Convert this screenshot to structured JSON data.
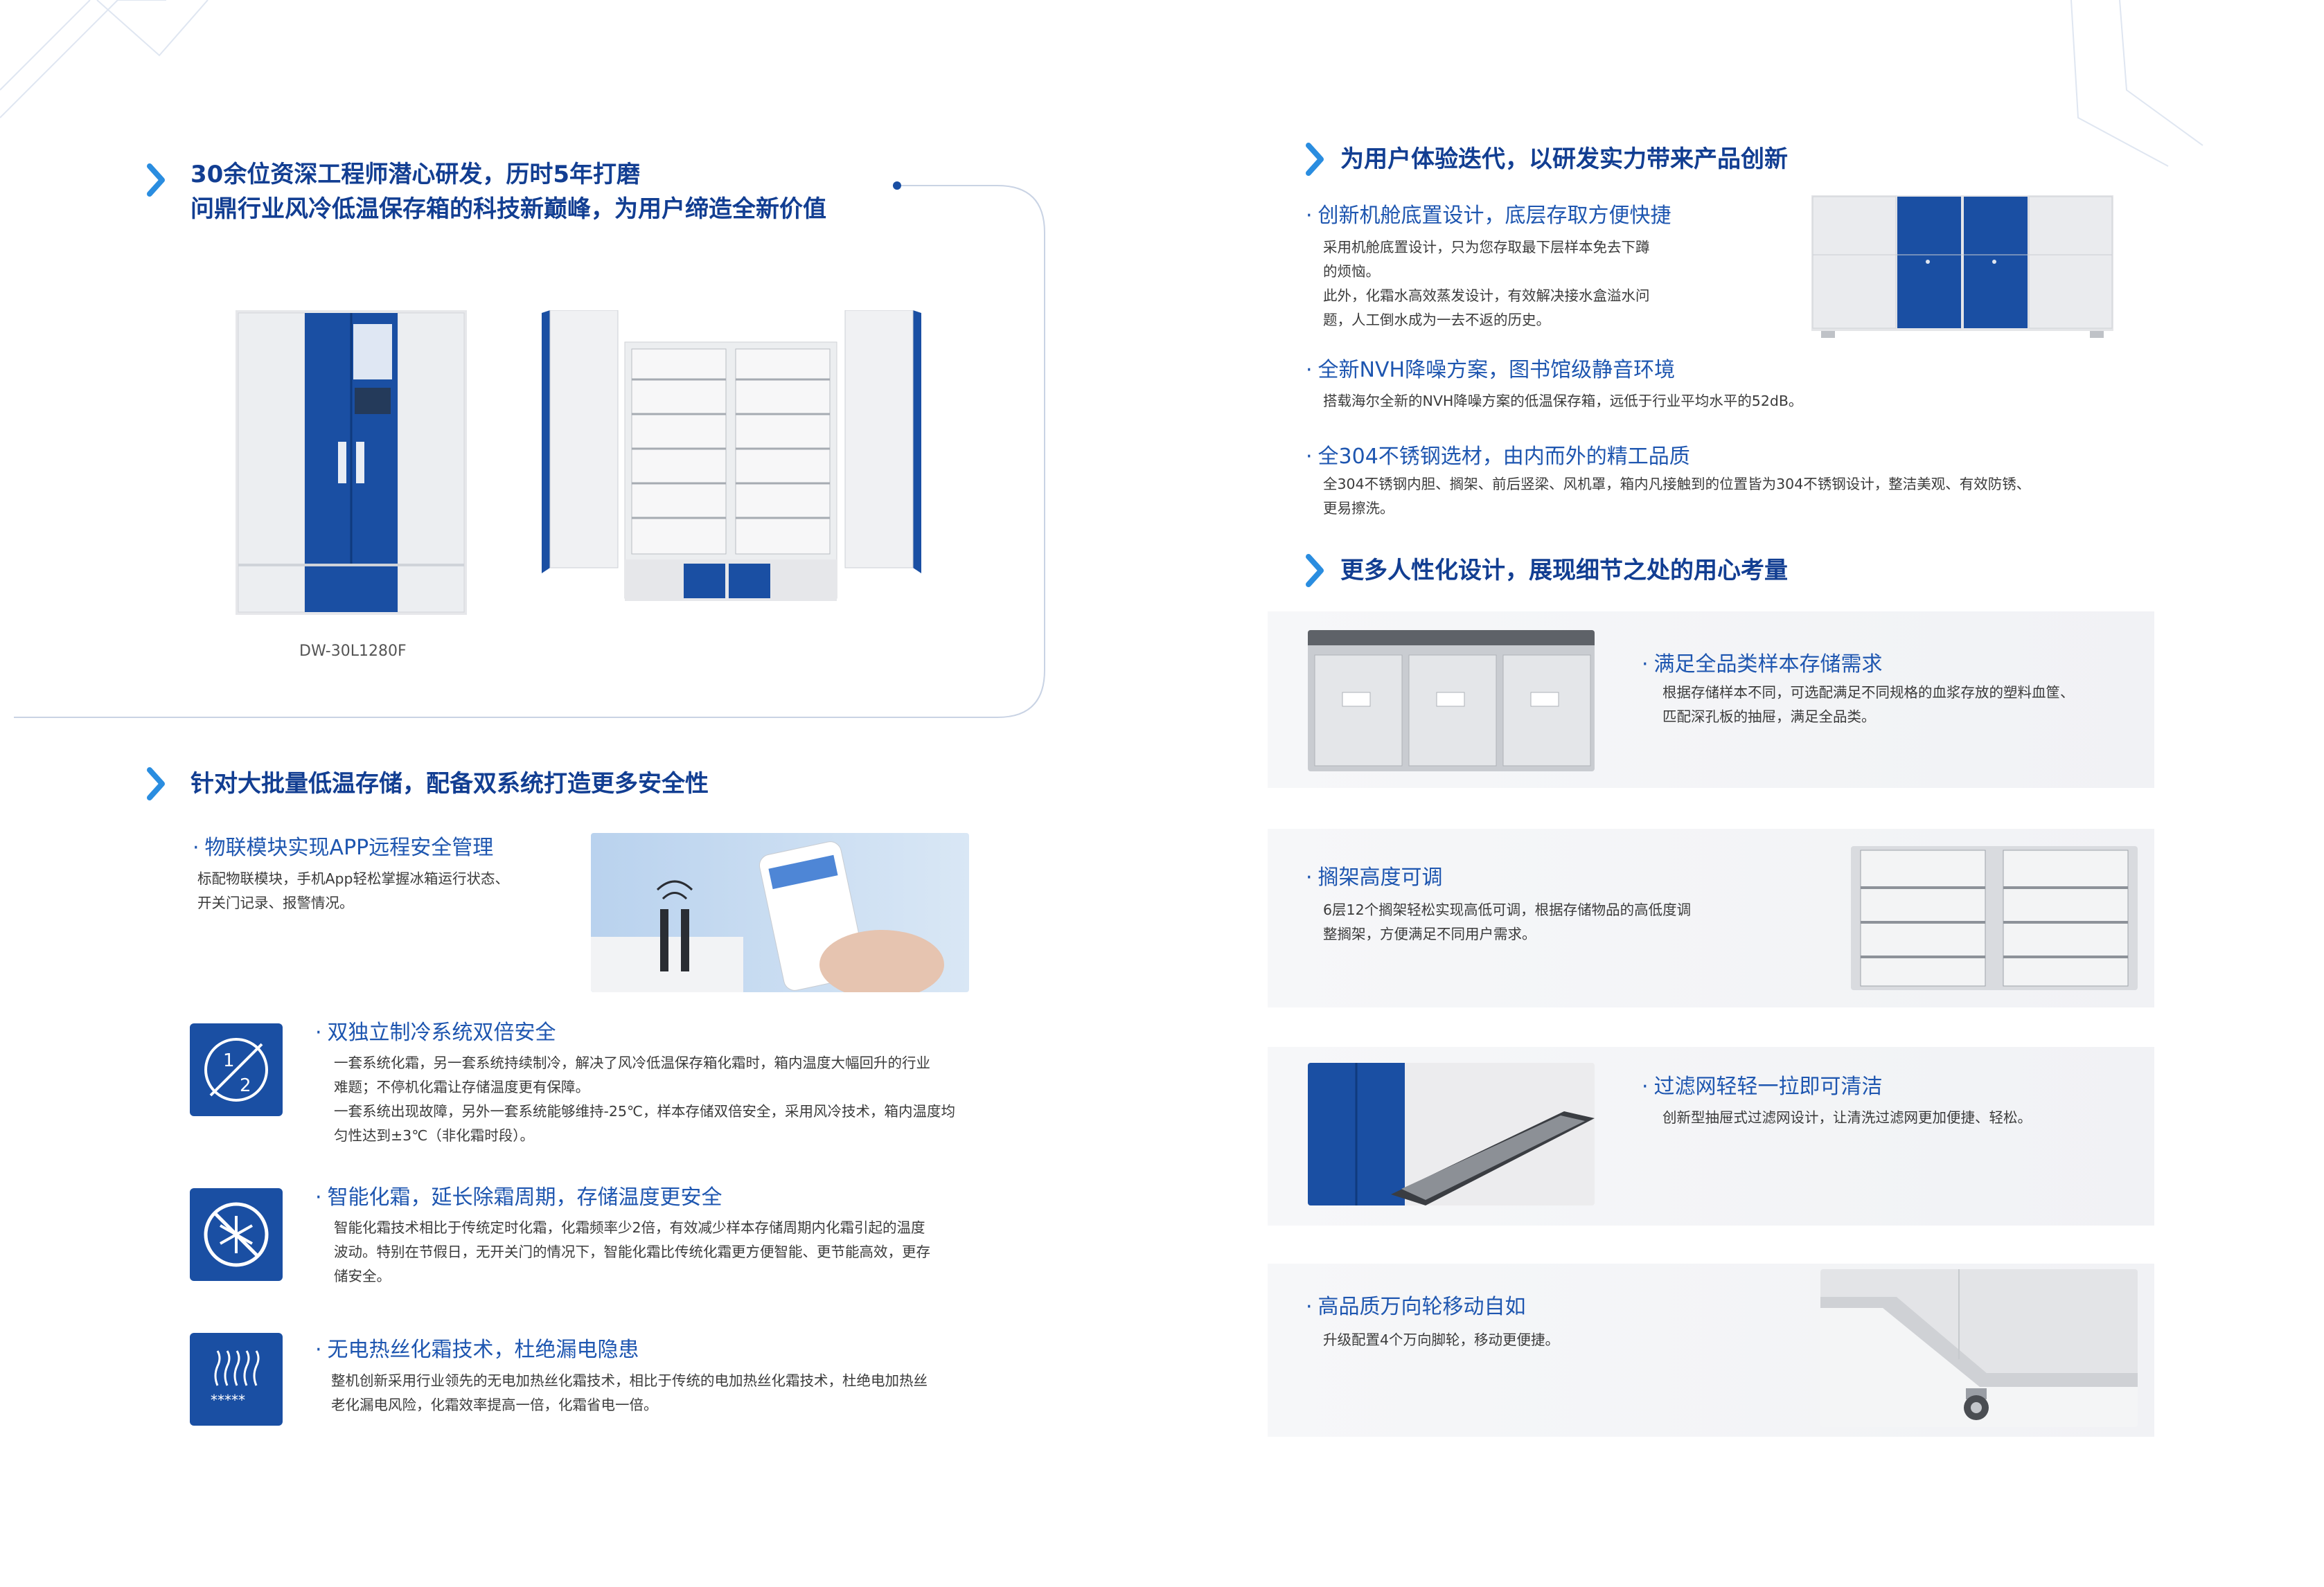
{
  "left": {
    "title_line1": "30余位资深工程师潜心研发，历时5年打磨",
    "title_line2": "问鼎行业风冷低温保存箱的科技新巅峰，为用户缔造全新价值",
    "model": "DW-30L1280F",
    "section2_title": "针对大批量低温存储，配备双系统打造更多安全性",
    "iot": {
      "title": "物联模块实现APP远程安全管理",
      "lines": [
        "标配物联模块，手机App轻松掌握冰箱运行状态、",
        "开关门记录、报警情况。"
      ]
    },
    "features": [
      {
        "title": "双独立制冷系统双倍安全",
        "lines": [
          "一套系统化霜，另一套系统持续制冷，解决了风冷低温保存箱化霜时，箱内温度大幅回升的行业",
          "难题；不停机化霜让存储温度更有保障。",
          "一套系统出现故障，另外一套系统能够维持-25℃，样本存储双倍安全，采用风冷技术，箱内温度均",
          "匀性达到±3℃（非化霜时段）。"
        ],
        "icon": "dual-system-icon"
      },
      {
        "title": "智能化霜，延长除霜周期，存储温度更安全",
        "lines": [
          "智能化霜技术相比于传统定时化霜，化霜频率少2倍，有效减少样本存储周期内化霜引起的温度",
          "波动。特别在节假日，无开关门的情况下，智能化霜比传统化霜更方便智能、更节能高效，更存",
          "储安全。"
        ],
        "icon": "no-frost-icon"
      },
      {
        "title": "无电热丝化霜技术，杜绝漏电隐患",
        "lines": [
          "整机创新采用行业领先的无电加热丝化霜技术，相比于传统的电加热丝化霜技术，杜绝电加热丝",
          "老化漏电风险，化霜效率提高一倍，化霜省电一倍。"
        ],
        "icon": "defrost-icon"
      }
    ]
  },
  "right": {
    "section1_title": "为用户体验迭代，以研发实力带来产品创新",
    "items": [
      {
        "title": "创新机舱底置设计，底层存取方便快捷",
        "lines": [
          "采用机舱底置设计，只为您存取最下层样本免去下蹲",
          "的烦恼。",
          "此外，化霜水高效蒸发设计，有效解决接水盒溢水问",
          "题，人工倒水成为一去不返的历史。"
        ]
      },
      {
        "title": "全新NVH降噪方案，图书馆级静音环境",
        "lines": [
          "搭载海尔全新的NVH降噪方案的低温保存箱，远低于行业平均水平的52dB。"
        ]
      },
      {
        "title": "全304不锈钢选材，由内而外的精工品质",
        "lines": [
          "全304不锈钢内胆、搁架、前后竖梁、风机罩，箱内凡接触到的位置皆为304不锈钢设计，整洁美观、有效防锈、",
          "更易擦洗。"
        ]
      }
    ],
    "section2_title": "更多人性化设计，展现细节之处的用心考量",
    "details": [
      {
        "title": "满足全品类样本存储需求",
        "lines": [
          "根据存储样本不同，可选配满足不同规格的血浆存放的塑料血筐、",
          "匹配深孔板的抽屉，满足全品类。"
        ]
      },
      {
        "title": "搁架高度可调",
        "lines": [
          "6层12个搁架轻松实现高低可调，根据存储物品的高低度调",
          "整搁架，方便满足不同用户需求。"
        ]
      },
      {
        "title": "过滤网轻轻一拉即可清洁",
        "lines": [
          "创新型抽屉式过滤网设计，让清洗过滤网更加便捷、轻松。"
        ]
      },
      {
        "title": "高品质万向轮移动自如",
        "lines": [
          "升级配置4个万向脚轮，移动更便捷。"
        ]
      }
    ]
  },
  "colors": {
    "brand_blue": "#1a4fa3",
    "heading_blue": "#123e92",
    "sub_blue": "#1e56b0"
  }
}
